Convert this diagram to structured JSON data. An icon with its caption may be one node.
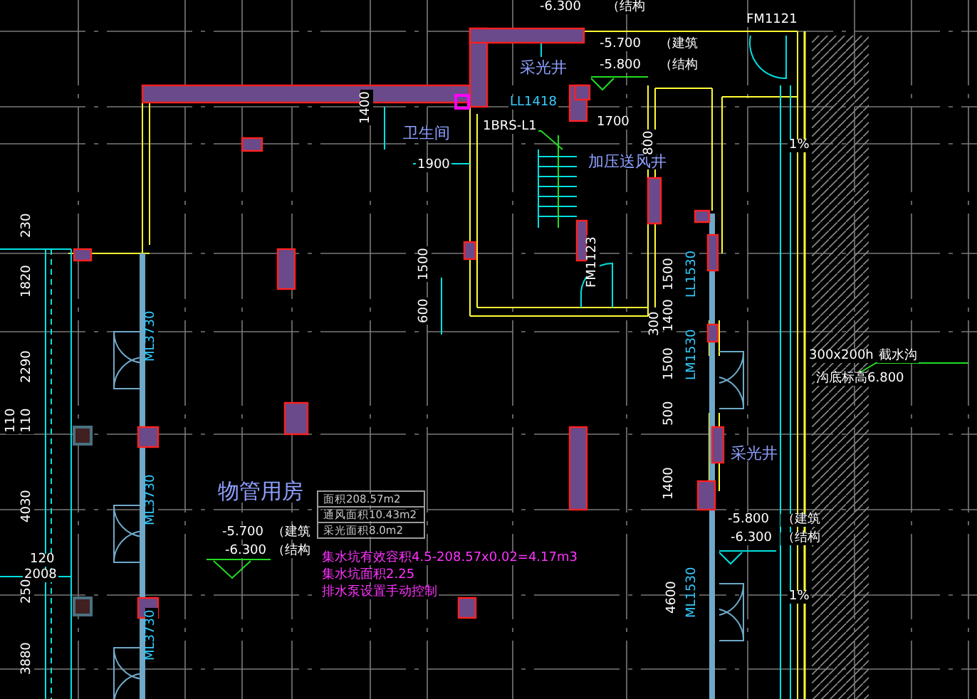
{
  "diagram": {
    "labels": [
      "-6.300",
      "（结构",
      "FM1121",
      "-5.700",
      "（建筑",
      "采光井",
      "-5.800",
      "（结构",
      "LL1418",
      "1400",
      "卫生间",
      "1BRS-L1",
      "1700",
      "1900",
      "加压送风井",
      "800",
      "1%",
      "230",
      "1820",
      "1500",
      "FM1123",
      "1500",
      "LL1530",
      "600",
      "300",
      "1400",
      "ML3730",
      "2290",
      "300x200h",
      "截水沟",
      "沟底标高6.800",
      "1500",
      "LM1530",
      "110",
      "110",
      "500",
      "采光井",
      "物管用房",
      "面积208.57m2",
      "通风面积10.43m2",
      "采光面积8.0m2",
      "1400",
      "-5.800",
      "（建筑",
      "-5.700",
      "（建筑",
      "-6.300",
      "（结构",
      "-6.300",
      "（结构",
      "4030",
      "ML3730",
      "120",
      "2008",
      "集水坑有效容积4.5-208.57x0.02=4.17m3",
      "集水坑面积2.25",
      "排水泵设置手动控制",
      "250",
      "3880",
      "ML3730",
      "4600",
      "ML1530",
      "1%"
    ]
  }
}
